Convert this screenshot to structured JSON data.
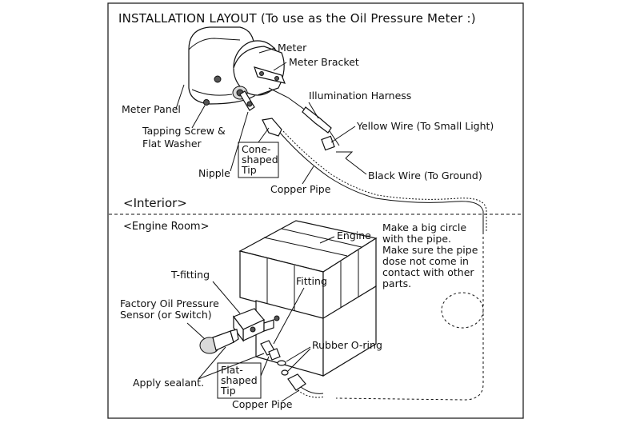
{
  "title": "INSTALLATION LAYOUT (To use as the Oil Pressure Meter :)",
  "sections": {
    "interior": "<Interior>",
    "engine_room": "<Engine Room>"
  },
  "labels": {
    "meter": "Meter",
    "meter_bracket": "Meter Bracket",
    "illumination_harness": "Illumination Harness",
    "meter_panel": "Meter Panel",
    "tapping_screw_1": "Tapping Screw &",
    "tapping_screw_2": "Flat Washer",
    "yellow_wire": "Yellow Wire (To Small Light)",
    "cone_tip_1": "Cone-",
    "cone_tip_2": "shaped",
    "cone_tip_3": "Tip",
    "nipple": "Nipple",
    "black_wire": "Black Wire (To Ground)",
    "copper_pipe_top": "Copper Pipe",
    "engine": "Engine",
    "note_1": "Make a big circle",
    "note_2": "with the pipe.",
    "note_3": "Make sure the pipe",
    "note_4": "dose not come in",
    "note_5": "contact with other",
    "note_6": "parts.",
    "t_fitting": "T-fitting",
    "fitting": "Fitting",
    "sensor_1": "Factory Oil Pressure",
    "sensor_2": "Sensor (or Switch)",
    "rubber_oring": "Rubber O-ring",
    "flat_tip_1": "Flat-",
    "flat_tip_2": "shaped",
    "flat_tip_3": "Tip",
    "apply_sealant": "Apply sealant.",
    "copper_pipe_bottom": "Copper Pipe"
  }
}
